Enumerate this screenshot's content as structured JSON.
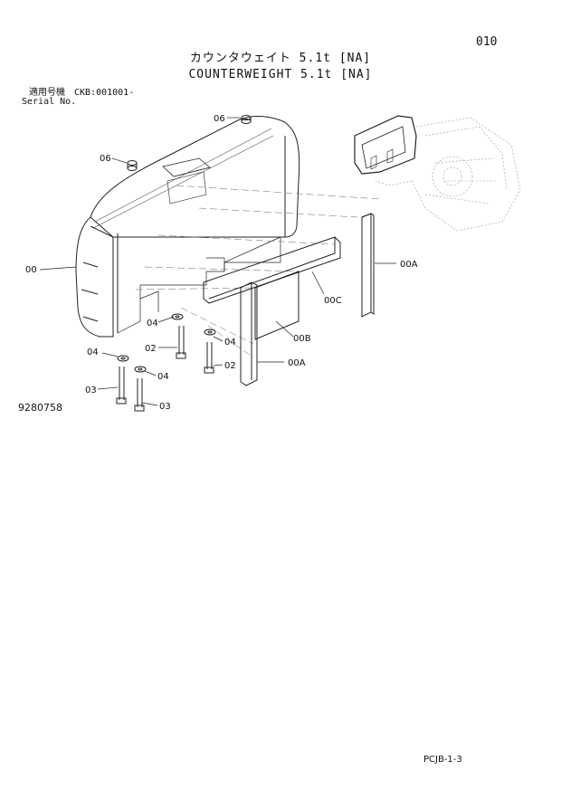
{
  "page": {
    "page_number": "010",
    "title_jp": "カウンタウェイト 5.1t [NA]",
    "title_en": "COUNTERWEIGHT 5.1t [NA]",
    "serial_label_jp": "適用号機",
    "serial_label_en": "Serial No.",
    "serial_value": "CKB:001001-",
    "drawing_number": "9280758",
    "footer_code": "PCJB-1-3"
  },
  "callouts": {
    "c06_top": "06",
    "c06_left": "06",
    "c00": "00",
    "c00A_right": "00A",
    "c00C": "00C",
    "c00B": "00B",
    "c00A_bottom": "00A",
    "c04_a": "04",
    "c04_b": "04",
    "c04_c": "04",
    "c04_d": "04",
    "c02_a": "02",
    "c02_b": "02",
    "c03_a": "03",
    "c03_b": "03"
  }
}
